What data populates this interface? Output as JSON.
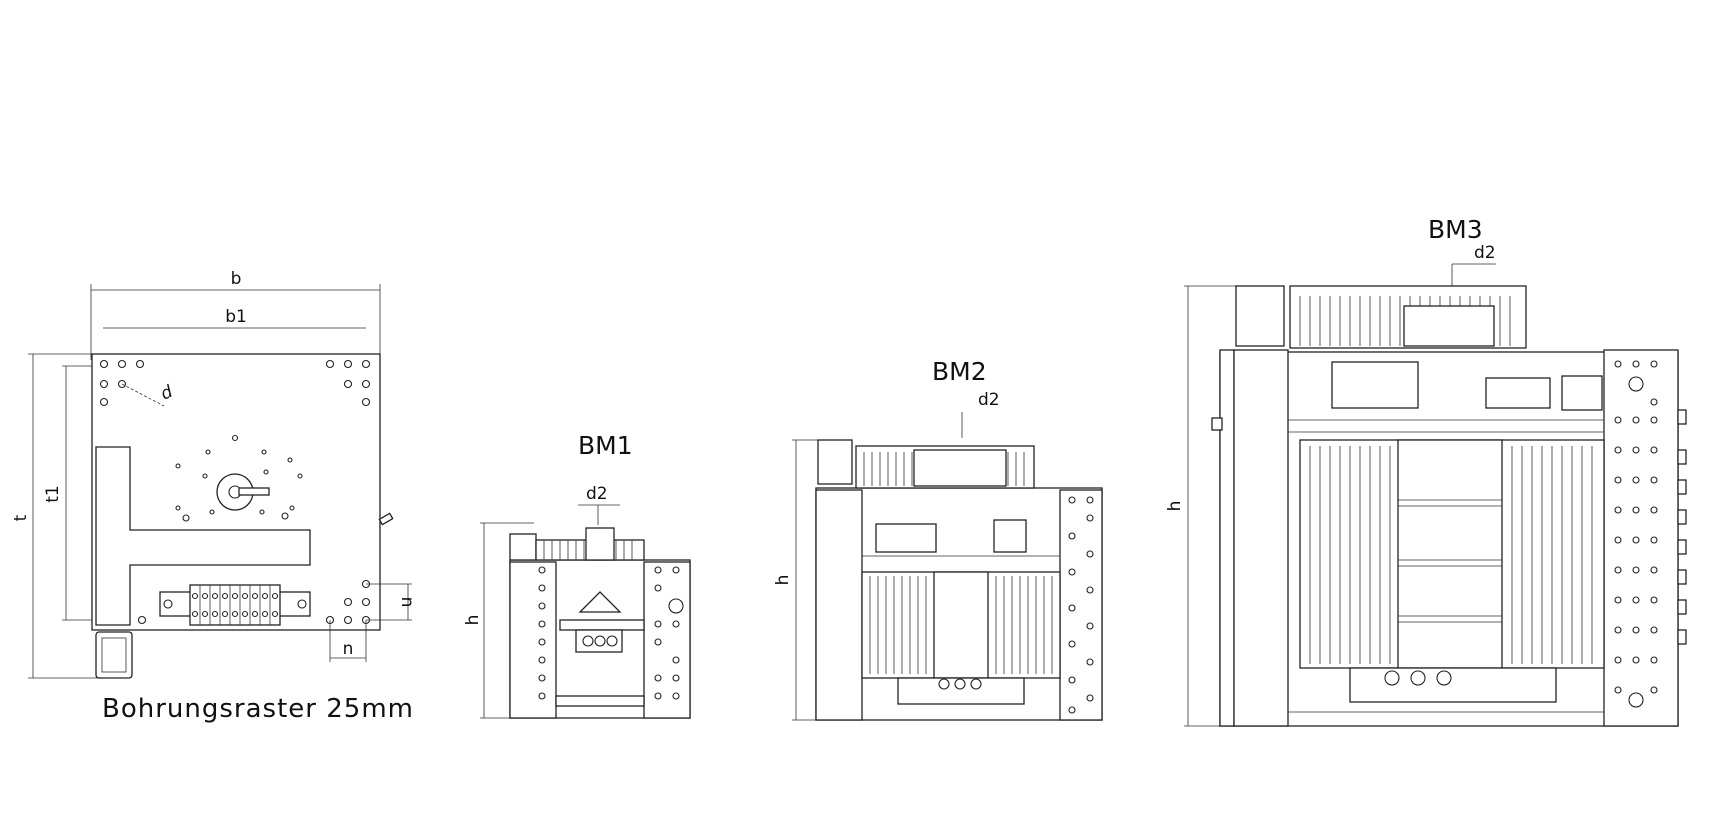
{
  "labels": {
    "top_view": {
      "b": "b",
      "b1": "b1",
      "t": "t",
      "t1": "t1",
      "d": "d",
      "n_right": "n",
      "n_bottom": "n"
    },
    "caption": "Bohrungsraster 25mm",
    "bm1": {
      "title": "BM1",
      "d2": "d2",
      "h": "h"
    },
    "bm2": {
      "title": "BM2",
      "d2": "d2",
      "h": "h"
    },
    "bm3": {
      "title": "BM3",
      "d2": "d2",
      "h": "h"
    }
  },
  "colors": {
    "line": "#222222",
    "background": "#ffffff"
  }
}
